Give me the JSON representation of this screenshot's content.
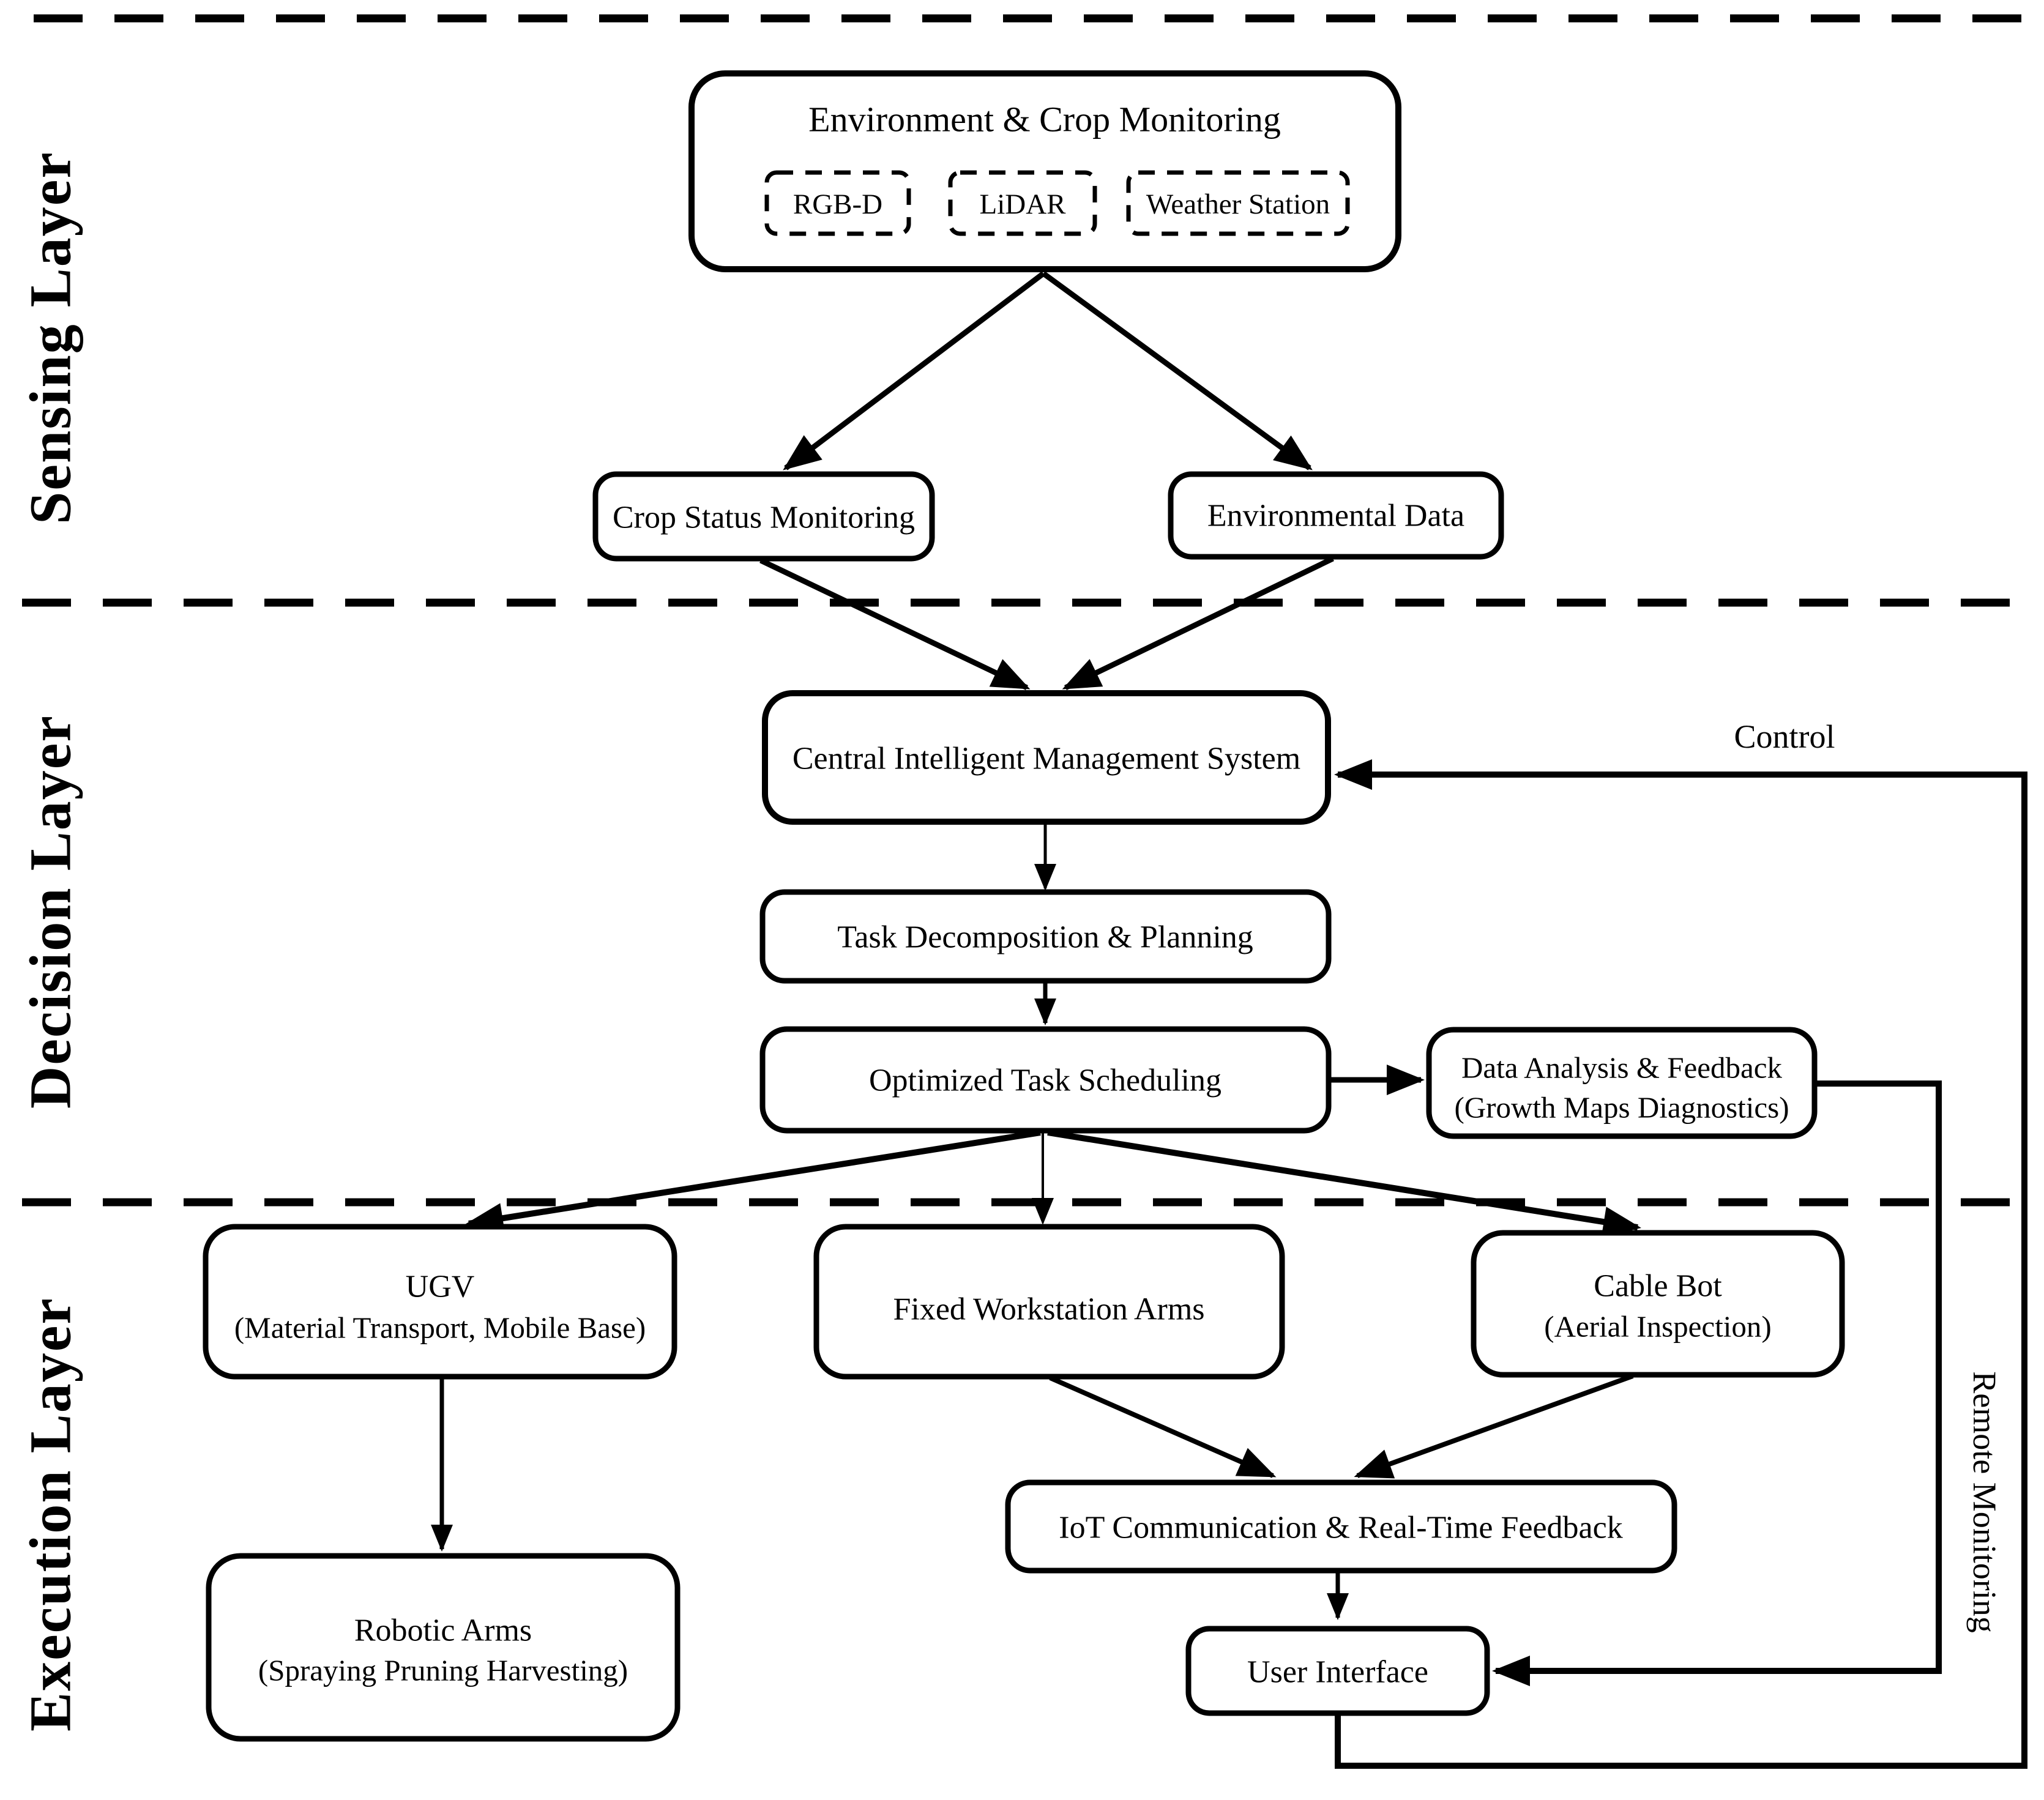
{
  "figure": {
    "background": "#ffffff",
    "ink": "#000000"
  },
  "layer_labels": {
    "sensing": "Sensing Layer",
    "decision": "Decision Layer",
    "execution": "Execution Layer"
  },
  "nodes": {
    "environment_monitoring": {
      "title": "Environment & Crop Monitoring",
      "sensors": [
        "RGB-D",
        "LiDAR",
        "Weather Station"
      ]
    },
    "crop_status": {
      "label": "Crop Status Monitoring"
    },
    "environmental_data": {
      "label": "Environmental Data"
    },
    "cims": {
      "label": "Central Intelligent Management System"
    },
    "task_decomposition": {
      "label": "Task Decomposition & Planning"
    },
    "task_scheduling": {
      "label": "Optimized Task Scheduling"
    },
    "data_analysis": {
      "line1": "Data Analysis & Feedback",
      "line2": "(Growth Maps Diagnostics)"
    },
    "ugv": {
      "line1": "UGV",
      "line2": "(Material Transport, Mobile Base)"
    },
    "fixed_arms": {
      "label": "Fixed Workstation Arms"
    },
    "cable_bot": {
      "line1": "Cable Bot",
      "line2": "(Aerial Inspection)"
    },
    "iot": {
      "label": "IoT Communication & Real-Time Feedback"
    },
    "user_interface": {
      "label": "User Interface"
    },
    "robotic_arms": {
      "line1": "Robotic Arms",
      "line2": "(Spraying Pruning Harvesting)"
    }
  },
  "edge_labels": {
    "control": "Control",
    "remote_monitoring": "Remote Monitoring"
  }
}
